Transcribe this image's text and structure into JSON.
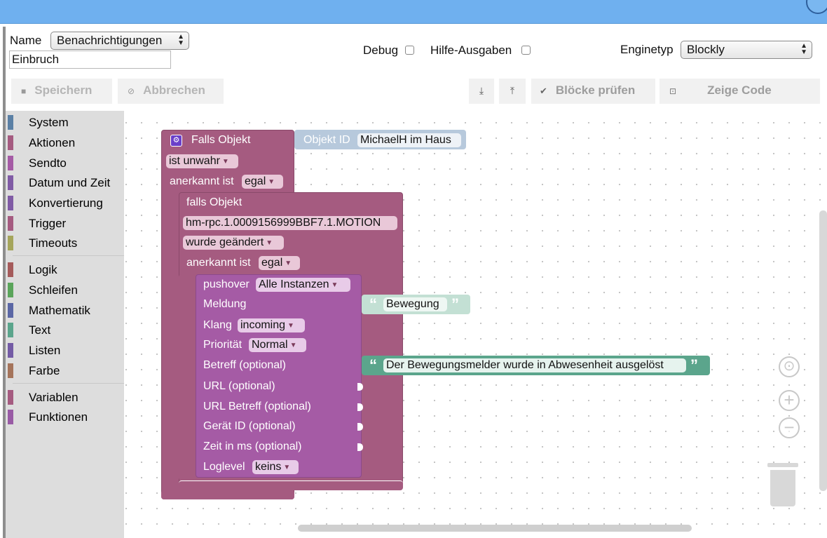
{
  "header": {
    "name_label": "Name",
    "name_select": "Benachrichtigungen",
    "name_input": "Einbruch",
    "debug_label": "Debug",
    "hilfe_label": "Hilfe-Ausgaben",
    "engine_label": "Enginetyp",
    "engine_select": "Blockly"
  },
  "toolbar": {
    "save": "Speichern",
    "cancel": "Abbrechen",
    "export_icon": "⤓",
    "import_icon": "⤒",
    "check": "Blöcke prüfen",
    "show_code": "Zeige Code"
  },
  "toolbox": {
    "groups": [
      [
        {
          "label": "System",
          "color": "#5b80a5"
        },
        {
          "label": "Aktionen",
          "color": "#a55b80"
        },
        {
          "label": "Sendto",
          "color": "#a55ba5"
        },
        {
          "label": "Datum und Zeit",
          "color": "#805ba5"
        },
        {
          "label": "Konvertierung",
          "color": "#805ba5"
        },
        {
          "label": "Trigger",
          "color": "#a55b80"
        },
        {
          "label": "Timeouts",
          "color": "#a5a55b"
        }
      ],
      [
        {
          "label": "Logik",
          "color": "#a55b5b"
        },
        {
          "label": "Schleifen",
          "color": "#5ba55b"
        },
        {
          "label": "Mathematik",
          "color": "#5b67a5"
        },
        {
          "label": "Text",
          "color": "#5ba58c"
        },
        {
          "label": "Listen",
          "color": "#745ba5"
        },
        {
          "label": "Farbe",
          "color": "#a5745b"
        }
      ],
      [
        {
          "label": "Variablen",
          "color": "#a55b80"
        },
        {
          "label": "Funktionen",
          "color": "#995ba5"
        }
      ]
    ]
  },
  "blocks": {
    "outer_title": "Falls Objekt",
    "outer_state": "ist unwahr",
    "outer_ack_label": "anerkannt ist",
    "outer_ack_value": "egal",
    "objekt_id_label": "Objekt ID",
    "objekt_id_value": "MichaelH im Haus",
    "inner_title": "falls Objekt",
    "inner_object": "hm-rpc.1.0009156999BBF7.1.MOTION",
    "inner_state": "wurde geändert",
    "inner_ack_label": "anerkannt ist",
    "inner_ack_value": "egal",
    "push_label": "pushover",
    "push_instance": "Alle Instanzen",
    "meldung_label": "Meldung",
    "meldung_value": "Bewegung",
    "klang_label": "Klang",
    "klang_value": "incoming",
    "prio_label": "Priorität",
    "prio_value": "Normal",
    "betreff_label": "Betreff (optional)",
    "betreff_value": "Der Bewegungsmelder wurde in Abwesenheit ausgelöst",
    "url_label": "URL (optional)",
    "url_betreff_label": "URL Betreff (optional)",
    "geraet_label": "Gerät ID (optional)",
    "zeit_label": "Zeit in ms (optional)",
    "loglevel_label": "Loglevel",
    "loglevel_value": "keins",
    "quote_open": "“",
    "quote_close": "”"
  },
  "colors": {
    "outer_block": "#a55b80",
    "inner_block": "#a55b80",
    "pushover_block": "#a55ba5",
    "text_block": "#5ba58c",
    "objekt_block": "#b7c9dc"
  },
  "workspace_controls": [
    "center-icon",
    "zoom-in-icon",
    "zoom-out-icon",
    "trash-icon"
  ]
}
